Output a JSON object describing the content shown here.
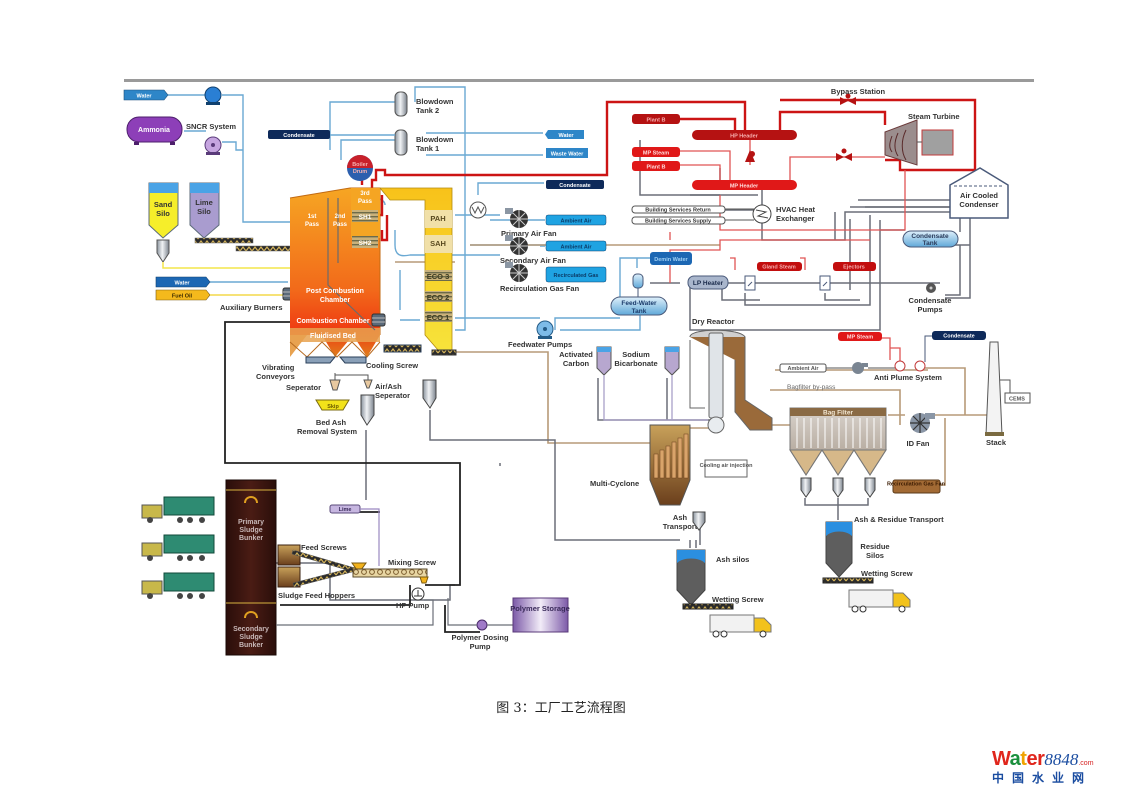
{
  "figure": {
    "caption": "图 3：工厂工艺流程图",
    "watermark": {
      "brand_parts": [
        "W",
        "a",
        "t",
        "e",
        "r"
      ],
      "brand_colors": [
        "#e0261c",
        "#1a8f3c",
        "#f0a300",
        "#e0261c",
        "#e0261c"
      ],
      "number": "8848",
      "suffix": ".com",
      "subtitle": "中国水业网"
    }
  },
  "colors": {
    "steam_red": "#cc1414",
    "water_blue": "#2e86c8",
    "condensate_navy": "#0e2a5a",
    "flue_tan": "#b08b62",
    "boiler_orange": "#f27a14",
    "gray_line": "#6b7280",
    "lime_purple": "#9a88c0",
    "bunker_brown": "#3a1410"
  },
  "tags": {
    "water_top": "Water",
    "ammonia": "Ammonia",
    "condensate_left": "Condensate",
    "water_right": "Water",
    "waste_water": "Waste Water",
    "condensate_mid": "Condensate",
    "ambient_air_1": "Ambient Air",
    "ambient_air_2": "Ambient Air",
    "recirc_gas": "Recirculated Gas",
    "water_left": "Water",
    "fuel_oil": "Fuel Oil",
    "plant_b_top": "Plant B",
    "mp_steam": "MP Steam",
    "plant_b_low": "Plant B",
    "hp_header": "HP Header",
    "mp_header": "MP Header",
    "bldg_return": "Building Services Return",
    "bldg_supply": "Building Services Supply",
    "demin_water": "Demin Water",
    "gland_steam": "Gland Steam",
    "ejectors": "Ejectors",
    "mp_steam_plume": "MP Steam",
    "condensate_plume": "Condensate",
    "ambient_air_plume": "Ambient Air",
    "cems": "CEMS",
    "recirc_gas_fan_box": "Recirculation Gas Fan",
    "lime_sludge": "Lime",
    "cooling_air": "Cooling air injection",
    "polymer_storage": "Polymer Storage"
  },
  "labels": {
    "sncr": "SNCR System",
    "blowdown2": [
      "Blowdown",
      "Tank 2"
    ],
    "blowdown1": [
      "Blowdown",
      "Tank 1"
    ],
    "boiler_drum": [
      "Boiler",
      "Drum"
    ],
    "sand_silo": [
      "Sand",
      "Silo"
    ],
    "lime_silo": [
      "Lime",
      "Silo"
    ],
    "pass1": [
      "1st",
      "Pass"
    ],
    "pass2": [
      "2nd",
      "Pass"
    ],
    "pass3": [
      "3rd",
      "Pass"
    ],
    "sh1": "SH1",
    "sh2": "SH2",
    "pah": "PAH",
    "sah": "SAH",
    "eco3": "ECO 3",
    "eco2": "ECO 2",
    "eco1": "ECO 1",
    "post_combustion": [
      "Post Combustion",
      "Chamber"
    ],
    "combustion_chamber": "Combustion Chamber",
    "fluidised_bed": "Fluidised Bed",
    "aux_burners": "Auxiliary Burners",
    "primary_air_fan": "Primary Air Fan",
    "secondary_air_fan": "Secondary Air Fan",
    "recirc_gas_fan": "Recirculation Gas Fan",
    "bypass_station": "Bypass Station",
    "steam_turbine": "Steam Turbine",
    "air_cooled_condenser": [
      "Air Cooled",
      "Condenser"
    ],
    "hvac": [
      "HVAC Heat",
      "Exchanger"
    ],
    "condensate_tank": [
      "Condensate",
      "Tank"
    ],
    "lp_heater": "LP Heater",
    "condensate_pumps": [
      "Condensate",
      "Pumps"
    ],
    "feedwater_tank": [
      "Feed-Water",
      "Tank"
    ],
    "feedwater_pumps": "Feedwater Pumps",
    "vibrating_conveyors": [
      "Vibrating",
      "Conveyors"
    ],
    "cooling_screw": "Cooling Screw",
    "separator": "Seperator",
    "air_ash_separator": [
      "Air/Ash",
      "Seperator"
    ],
    "skip": "Skip",
    "bed_ash": [
      "Bed Ash",
      "Removal System"
    ],
    "activated_carbon": [
      "Activated",
      "Carbon"
    ],
    "sodium_bicarbonate": [
      "Sodium",
      "Bicarbonate"
    ],
    "dry_reactor": "Dry Reactor",
    "multi_cyclone": "Multi-Cyclone",
    "ash_transport": [
      "Ash",
      "Transport"
    ],
    "anti_plume": "Anti Plume System",
    "bagfilter_bypass": "Bagfilter by-pass",
    "bag_filter": "Bag Filter",
    "id_fan": "ID Fan",
    "stack": "Stack",
    "ash_residue_transport": "Ash & Residue Transport",
    "residue_silos": [
      "Residue",
      "Silos"
    ],
    "wetting_screw_r": "Wetting Screw",
    "ash_silos": "Ash silos",
    "wetting_screw_l": "Wetting Screw",
    "primary_bunker": [
      "Primary",
      "Sludge",
      "Bunker"
    ],
    "secondary_bunker": [
      "Secondary",
      "Sludge",
      "Bunker"
    ],
    "feed_screws": "Feed Screws",
    "sludge_feed_hoppers": "Sludge Feed Hoppers",
    "mixing_screw": "Mixing Screw",
    "hp_pump": "HP Pump",
    "polymer_dosing_pump": [
      "Polymer Dosing",
      "Pump"
    ]
  }
}
